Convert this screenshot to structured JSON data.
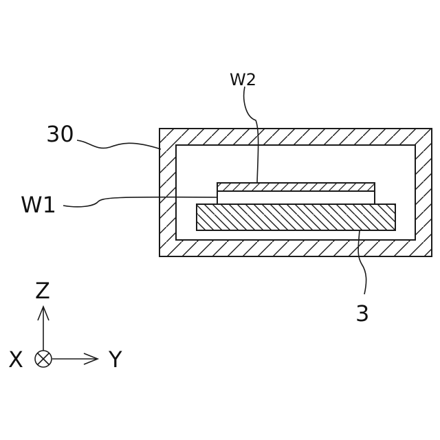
{
  "labels": {
    "chamber": "30",
    "upper_layer": "W2",
    "lower_layer": "W1",
    "stage": "3"
  },
  "axes": {
    "z": "Z",
    "x": "X",
    "y": "Y"
  },
  "colors": {
    "line": "#1a1a1a",
    "background": "#ffffff"
  }
}
